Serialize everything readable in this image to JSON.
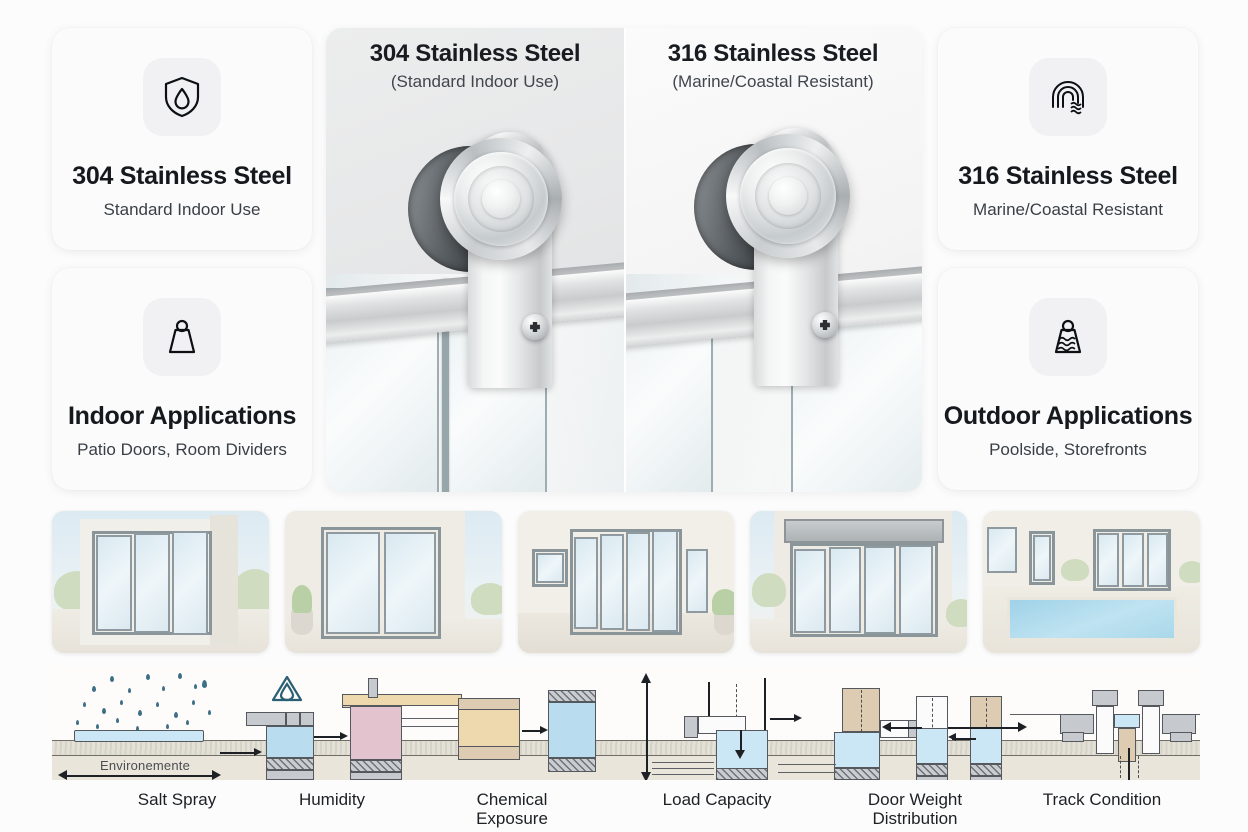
{
  "cards": {
    "left_top": {
      "icon": "shield-droplet-icon",
      "title": "304 Stainless Steel",
      "subtitle": "Standard Indoor Use"
    },
    "left_bottom": {
      "icon": "weight-icon",
      "title": "Indoor Applications",
      "subtitle": "Patio Doors, Room Dividers"
    },
    "right_top": {
      "icon": "wave-arc-icon",
      "title": "316 Stainless Steel",
      "subtitle": "Marine/Coastal Resistant"
    },
    "right_bottom": {
      "icon": "weight-wave-icon",
      "title": "Outdoor Applications",
      "subtitle": "Poolside, Storefronts"
    }
  },
  "hero": {
    "left": {
      "title": "304 Stainless Steel",
      "subtitle": "(Standard Indoor Use)"
    },
    "right": {
      "title": "316 Stainless Steel",
      "subtitle": "(Marine/Coastal Resistant)"
    }
  },
  "thumbnails": [
    {
      "name": "exterior-sliding-glass-door"
    },
    {
      "name": "two-panel-patio-door"
    },
    {
      "name": "interior-room-divider"
    },
    {
      "name": "storefront-sliding-doors"
    },
    {
      "name": "poolside-glass-doors"
    }
  ],
  "technical": {
    "environment_label": "Environemente",
    "factors": [
      {
        "label": "Salt Spray",
        "line2": ""
      },
      {
        "label": "Humidity",
        "line2": ""
      },
      {
        "label": "Chemical",
        "line2": "Exposure"
      },
      {
        "label": "Load Capacity",
        "line2": ""
      },
      {
        "label": "Door Weight",
        "line2": "Distribution"
      },
      {
        "label": "Track Condition",
        "line2": ""
      }
    ]
  },
  "colors": {
    "background": "#fcfcfc",
    "card_background": "#fbfbfb",
    "icon_plate": "#f1f1f3",
    "title_text": "#15181c",
    "subtitle_text": "#3a3f45",
    "diagram_blue": "#b9dcee",
    "diagram_pink": "#e3c3cd",
    "diagram_tan": "#eed9ae",
    "diagram_ground": "#e0ddd3"
  }
}
